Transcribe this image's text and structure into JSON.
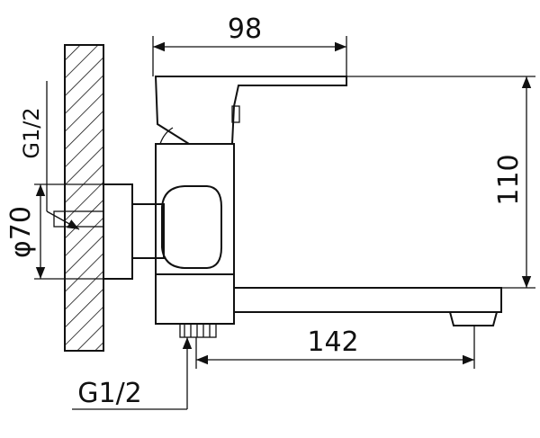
{
  "drawing": {
    "dims": {
      "top_width": "98",
      "height": "110",
      "spout_length": "142",
      "flange_diameter": "φ70",
      "thread_side": "G1/2",
      "thread_bottom": "G1/2"
    }
  }
}
